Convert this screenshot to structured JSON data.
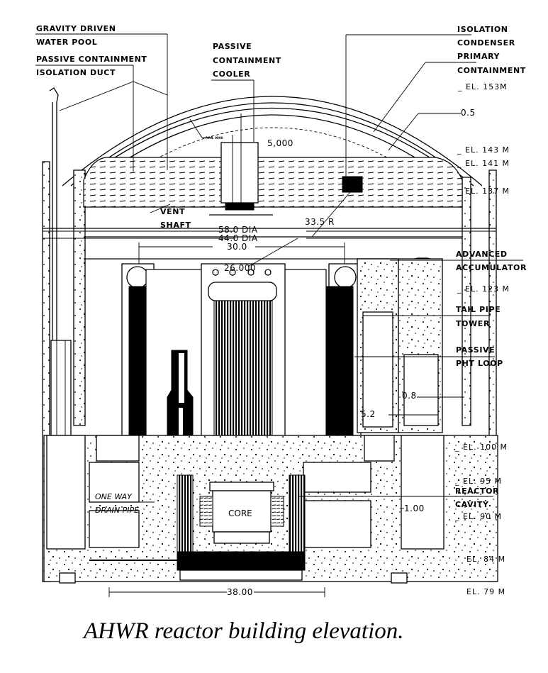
{
  "figure": {
    "caption": "AHWR reactor building elevation.",
    "labels": {
      "gravity_driven": "GRAVITY DRIVEN",
      "water_pool": "WATER POOL",
      "passive_containment": "PASSIVE CONTAINMENT",
      "isolation_duct": "ISOLATION DUCT",
      "pcc_line1": "PASSIVE",
      "pcc_line2": "CONTAINMENT",
      "pcc_line3": "COOLER",
      "isolation": "ISOLATION",
      "condenser": "CONDENSER",
      "primary": "PRIMARY",
      "containment": "CONTAINMENT",
      "vent": "VENT",
      "shaft": "SHAFT",
      "advanced": "ADVANCED",
      "accumulator": "ACCUMULATOR",
      "tail_pipe": "TAIL PIPE",
      "tower": "TOWER",
      "passive": "PASSIVE",
      "pht_loop": "PHT LOOP",
      "reactor": "REACTOR",
      "cavity": "CAVITY",
      "one_way": "ONE WAY",
      "drain_pipe": "DRAIN PIPE",
      "core": "CORE",
      "pcc_tag": "P.P.S. 9000"
    },
    "elevations": [
      "_ EL. 153M",
      "_ EL. 143 M",
      "_ EL. 141 M",
      "_ EL. 137 M",
      "_ EL. 123 M",
      "_ EL. 100 M",
      "_ EL. 95 M",
      "_ EL. 90 M",
      "EL. 84 M",
      "EL. 79 M"
    ],
    "dimensions": {
      "shell_thickness": "0.5",
      "pcc_width": "5,000",
      "outer_radius": "33.5 R",
      "dia_58": "58.0 DIA",
      "dia_44": "44.0 DIA",
      "span_30": "30.0",
      "span_26": "26.000",
      "wall_08": "0.8",
      "wall_52": "5.2",
      "wall_100": "1.00",
      "base_38": "38.00"
    }
  }
}
